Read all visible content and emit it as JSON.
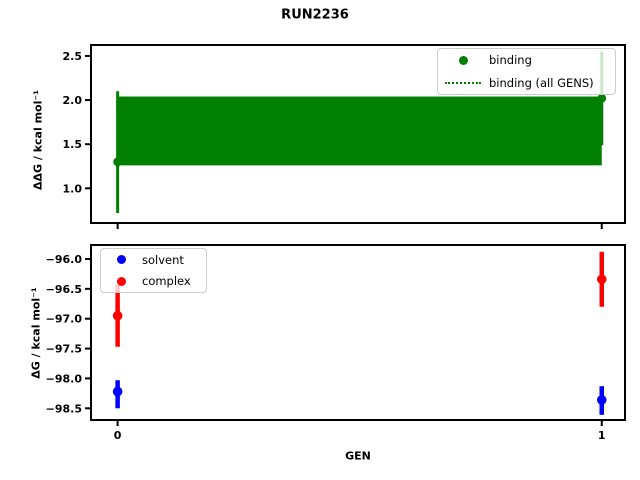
{
  "figure": {
    "title": "RUN2236",
    "background": "#ffffff",
    "text_color": "#000000"
  },
  "chart_data": [
    {
      "id": "binding-plot",
      "type": "scatter",
      "ylabel": "ΔΔG / kcal mol⁻¹",
      "xlabel": "",
      "grid": false,
      "legend_position": "upper right",
      "xlim": [
        -0.055,
        1.048
      ],
      "ylim": [
        0.607,
        2.624
      ],
      "yticks": [
        {
          "value": 1.0,
          "label": "1.0"
        },
        {
          "value": 1.5,
          "label": "1.5"
        },
        {
          "value": 2.0,
          "label": "2.0"
        },
        {
          "value": 2.5,
          "label": "2.5"
        }
      ],
      "xticks": [
        {
          "value": 0,
          "label": ""
        },
        {
          "value": 1,
          "label": ""
        }
      ],
      "series": [
        {
          "name": "binding",
          "color": "#008000",
          "marker": "circle",
          "points": [
            {
              "x": 0,
              "y": 1.3,
              "ylo": 0.72,
              "yhi": 2.1
            },
            {
              "x": 1,
              "y": 2.02,
              "ylo": 1.49,
              "yhi": 2.55
            }
          ]
        },
        {
          "name": "binding (all GENS)",
          "color": "#008000",
          "style": "dotted",
          "mean": 1.66,
          "band": {
            "x0": 0,
            "x1": 1,
            "ylo": 1.26,
            "yhi": 2.04
          }
        }
      ],
      "legend": [
        {
          "label": "binding",
          "swatch": "dot",
          "color": "#008000"
        },
        {
          "label": "binding (all GENS)",
          "swatch": "dotted-line",
          "color": "#008000"
        }
      ]
    },
    {
      "id": "dg-plot",
      "type": "scatter",
      "ylabel": "ΔG / kcal mol⁻¹",
      "xlabel": "GEN",
      "grid": false,
      "legend_position": "upper left",
      "xlim": [
        -0.055,
        1.048
      ],
      "ylim": [
        -98.696,
        -95.766
      ],
      "yticks": [
        {
          "value": -96.0,
          "label": "−96.0"
        },
        {
          "value": -96.5,
          "label": "−96.5"
        },
        {
          "value": -97.0,
          "label": "−97.0"
        },
        {
          "value": -97.5,
          "label": "−97.5"
        },
        {
          "value": -98.0,
          "label": "−98.0"
        },
        {
          "value": -98.5,
          "label": "−98.5"
        }
      ],
      "xticks": [
        {
          "value": 0,
          "label": "0"
        },
        {
          "value": 1,
          "label": "1"
        }
      ],
      "series": [
        {
          "name": "solvent",
          "color": "#0000ff",
          "marker": "circle",
          "points": [
            {
              "x": 0,
              "y": -98.22,
              "ylo": -98.5,
              "yhi": -98.03
            },
            {
              "x": 1,
              "y": -98.36,
              "ylo": -98.61,
              "yhi": -98.13
            }
          ]
        },
        {
          "name": "complex",
          "color": "#ff0000",
          "marker": "circle",
          "points": [
            {
              "x": 0,
              "y": -96.95,
              "ylo": -97.47,
              "yhi": -96.43
            },
            {
              "x": 1,
              "y": -96.34,
              "ylo": -96.8,
              "yhi": -95.88
            }
          ]
        }
      ],
      "legend": [
        {
          "label": "solvent",
          "swatch": "dot",
          "color": "#0000ff"
        },
        {
          "label": "complex",
          "swatch": "dot",
          "color": "#ff0000"
        }
      ]
    }
  ]
}
